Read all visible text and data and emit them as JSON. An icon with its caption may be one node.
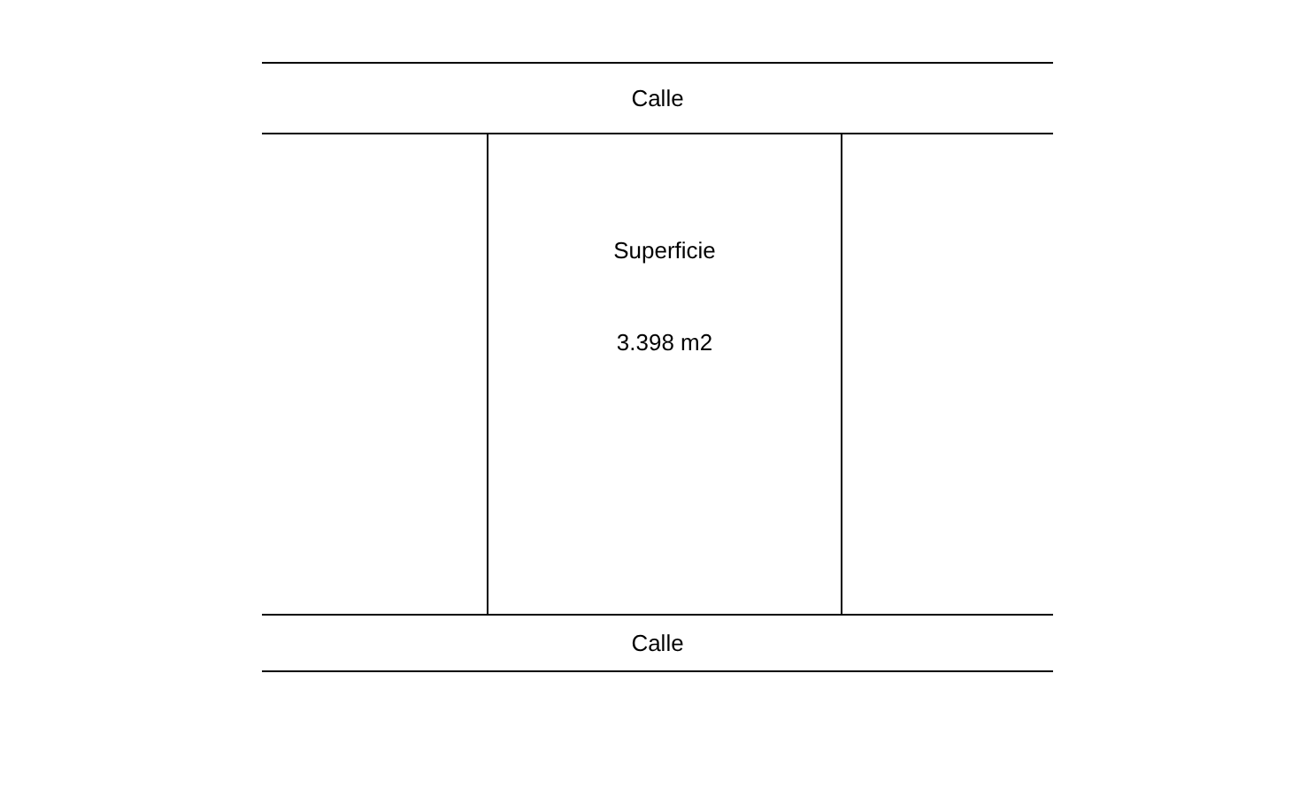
{
  "diagram": {
    "nodes": [
      {
        "text": [
          "Calle"
        ]
      },
      {
        "text": [
          "Superficie",
          "3.398 m2"
        ]
      },
      {
        "text": [
          "Calle"
        ]
      }
    ]
  }
}
